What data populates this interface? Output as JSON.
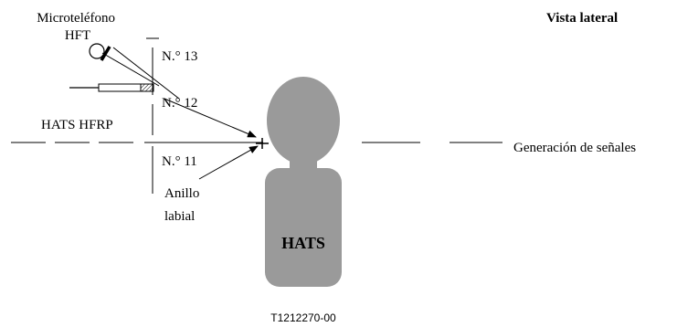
{
  "labels": {
    "view_title": "Vista lateral",
    "handset_line1": "Microteléfono",
    "handset_line2": "HFT",
    "point_13": "N.° 13",
    "point_12": "N.° 12",
    "point_11": "N.° 11",
    "hfrp": "HATS HFRP",
    "lip_ring_line1": "Anillo",
    "lip_ring_line2": "labial",
    "mannequin": "HATS",
    "signal_generation": "Generación de señales",
    "figure_code": "T1212270-00"
  },
  "colors": {
    "mannequin_fill": "#9a9a9a",
    "line": "#000000",
    "hatch": "#000000",
    "background": "#ffffff"
  },
  "icons": {
    "handset": "handset-icon",
    "microphone": "microphone-icon"
  }
}
